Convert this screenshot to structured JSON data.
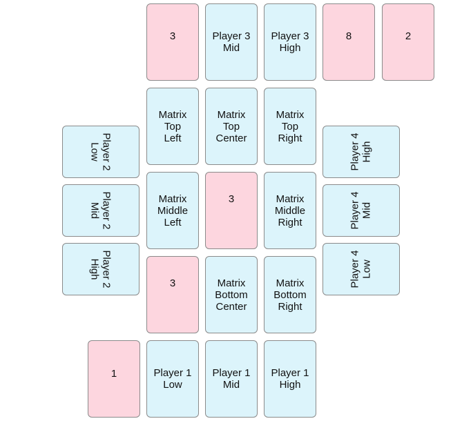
{
  "player3": {
    "left_card": "3",
    "mid": "Player 3\nMid",
    "high": "Player 3\nHigh",
    "right_card_1": "8",
    "right_card_2": "2"
  },
  "matrix": {
    "top_left": "Matrix\nTop\nLeft",
    "top_center": "Matrix\nTop\nCenter",
    "top_right": "Matrix\nTop\nRight",
    "middle_left": "Matrix\nMiddle\nLeft",
    "middle_center_card": "3",
    "middle_right": "Matrix\nMiddle\nRight",
    "bottom_left_card": "3",
    "bottom_center": "Matrix\nBottom\nCenter",
    "bottom_right": "Matrix\nBottom\nRight"
  },
  "player1": {
    "extra_card": "1",
    "low": "Player 1\nLow",
    "mid": "Player 1\nMid",
    "high": "Player 1\nHigh"
  },
  "player2": {
    "low": "Player 2\nLow",
    "mid": "Player 2\nMid",
    "high": "Player 2\nHigh"
  },
  "player4": {
    "high": "Player 4\nHigh",
    "mid": "Player 4\nMid",
    "low": "Player 4\nLow"
  },
  "colors": {
    "slot_fill": "#dcf4fb",
    "number_card_fill": "#fdd6df",
    "border": "#8a8a8a"
  }
}
